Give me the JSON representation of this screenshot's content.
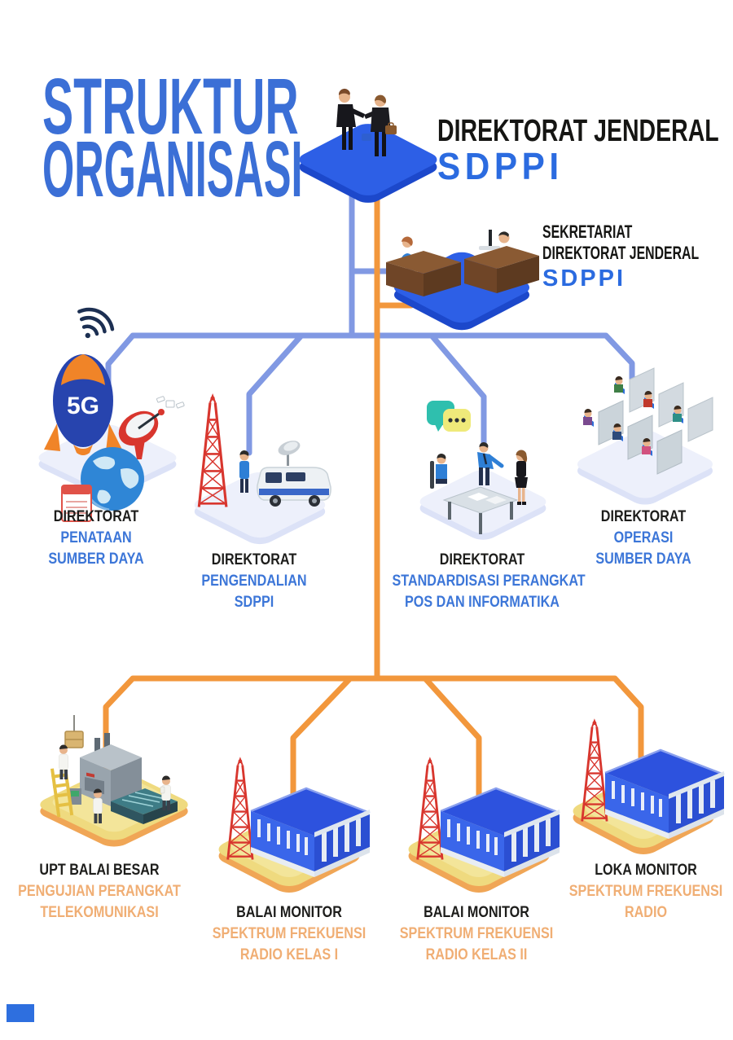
{
  "poster": {
    "title_line1": "STRUKTUR",
    "title_line2": "ORGANISASI"
  },
  "root": {
    "dept_line": "DIREKTORAT JENDERAL",
    "org": "SDPPI",
    "icon": "handshake-businessmen"
  },
  "secretariat": {
    "line1": "SEKRETARIAT",
    "line2": "DIREKTORAT JENDERAL",
    "line3": "SDPPI",
    "icon": "office-desks-staff"
  },
  "rocket_text": "5G",
  "directorates": [
    {
      "name": "DIREKTORAT",
      "sub1": "PENATAAN",
      "sub2": "SUMBER DAYA",
      "icon": "rocket-5g-satellite-globe"
    },
    {
      "name": "DIREKTORAT",
      "sub1": "PENGENDALIAN",
      "sub2": "SDPPI",
      "icon": "radio-tower-monitoring-van"
    },
    {
      "name": "DIREKTORAT",
      "sub1": "STANDARDISASI PERANGKAT",
      "sub2": "POS DAN INFORMATIKA",
      "icon": "device-testing-meeting"
    },
    {
      "name": "DIREKTORAT",
      "sub1": "OPERASI",
      "sub2": "SUMBER DAYA",
      "icon": "call-center-cubicles"
    }
  ],
  "upt_units": [
    {
      "name": "UPT BALAI BESAR",
      "sub1": "PENGUJIAN PERANGKAT",
      "sub2": "TELEKOMUNIKASI",
      "icon": "testing-lab-machine"
    },
    {
      "name": "BALAI MONITOR",
      "sub1": "SPEKTRUM FREKUENSI",
      "sub2": "RADIO KELAS I",
      "icon": "monitor-station-building"
    },
    {
      "name": "BALAI MONITOR",
      "sub1": "SPEKTRUM FREKUENSI",
      "sub2": "RADIO KELAS II",
      "icon": "monitor-station-building"
    },
    {
      "name": "LOKA MONITOR",
      "sub1": "SPEKTRUM FREKUENSI",
      "sub2": "RADIO",
      "icon": "monitor-station-building"
    }
  ],
  "colors": {
    "title_blue": "#3B6FD6",
    "accent_blue": "#2B6BE0",
    "connector_blue": "#8199E3",
    "connector_orange": "#F2973C",
    "label_black": "#1D1D1B",
    "label_blue": "#3C76D8",
    "label_orange": "#F0AE74",
    "platform_blue": "#2D5FE6",
    "platform_light": "#EDF0FB",
    "platform_yellow": "#EFDA7F",
    "platform_yellow_rim": "#F0A656",
    "tower_red": "#D8362E"
  }
}
